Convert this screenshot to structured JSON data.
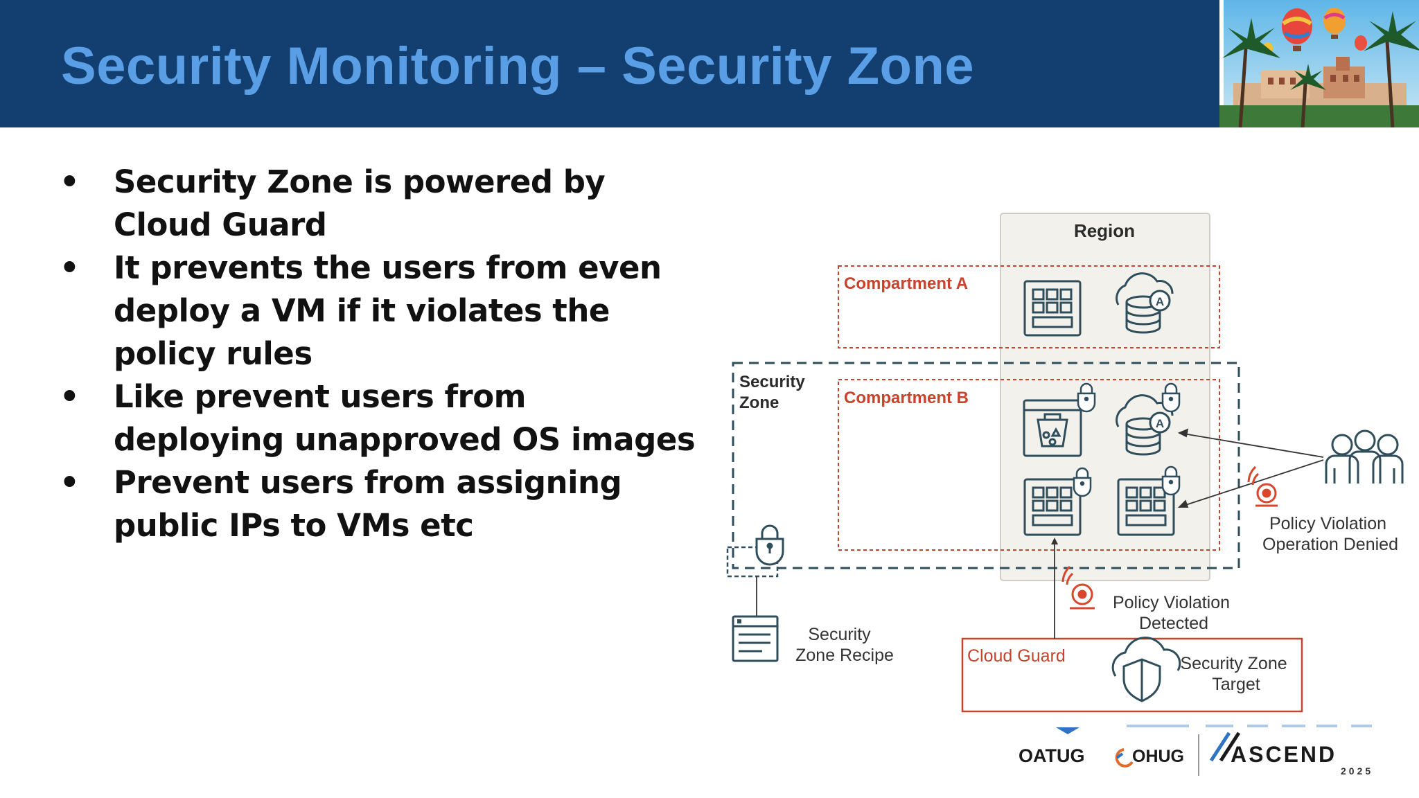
{
  "slide": {
    "title": "Security Monitoring – Security Zone",
    "bullets": [
      "Security Zone is powered by Cloud Guard",
      "It prevents the users from even deploy a VM if it violates the policy rules",
      "Like prevent users from deploying unapproved OS images",
      "Prevent users from assigning public IPs to VMs etc"
    ]
  },
  "diagram": {
    "region": "Region",
    "compartment_a": "Compartment A",
    "compartment_b": "Compartment B",
    "security_zone": [
      "Security",
      "Zone"
    ],
    "recipe": [
      "Security",
      "Zone Recipe"
    ],
    "violation_denied": [
      "Policy Violation",
      "Operation Denied"
    ],
    "violation_detected": [
      "Policy Violation",
      "Detected"
    ],
    "cloud_guard": "Cloud Guard",
    "target": [
      "Security Zone",
      "Target"
    ]
  },
  "logos": {
    "oatug": "OATUG",
    "ohug": "OHUG",
    "ascend": "ASCEND",
    "year": "2025"
  },
  "colors": {
    "header": "#123f70",
    "title": "#5a9fe6",
    "compartment": "#c7432b",
    "alarm": "#d8462c",
    "icon": "#2f4d5b",
    "region_fill": "#f2f1ec"
  }
}
